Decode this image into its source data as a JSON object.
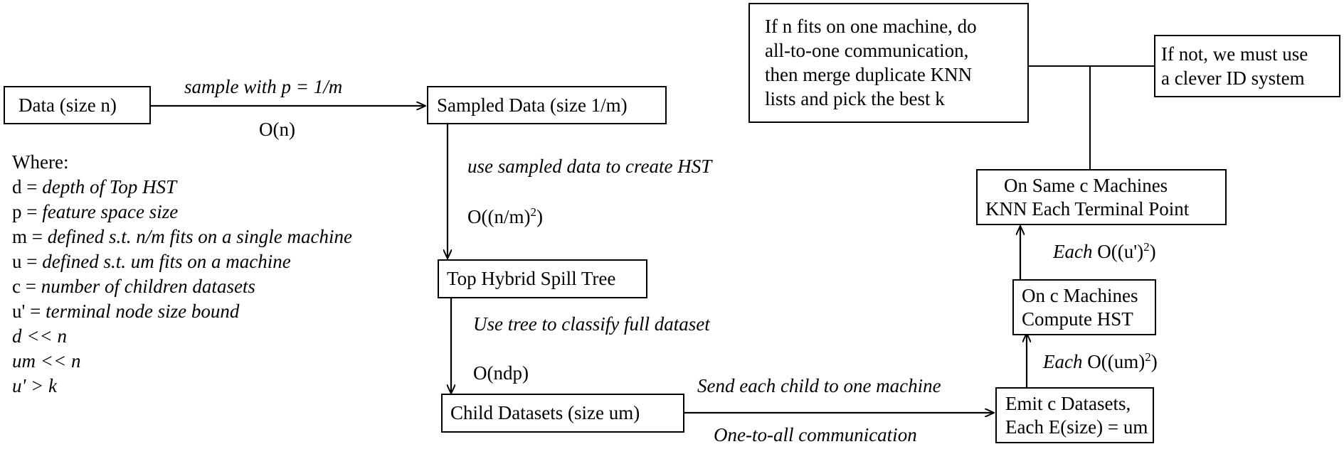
{
  "nodes": {
    "data": "Data (size n)",
    "sampled": "Sampled Data (size 1/m)",
    "top_hst": "Top Hybrid Spill Tree",
    "child": "Child Datasets (size um)",
    "emit": [
      "Emit c Datasets,",
      "Each E(size) = um"
    ],
    "compute": [
      "On c Machines",
      "Compute HST"
    ],
    "knn": [
      "On Same c Machines",
      "KNN Each Terminal Point"
    ],
    "fits": [
      "If n fits on one machine, do",
      "all-to-one communication,",
      "then merge duplicate KNN",
      "lists and pick the best k"
    ],
    "not_fits": [
      "If not, we must use",
      "a clever ID system"
    ]
  },
  "edges": {
    "sample_label": "sample with p = 1/m",
    "sample_cost": "O(n)",
    "create_label": "use sampled data to create HST",
    "create_cost_base": "O((n/m)",
    "create_cost_exp": "2",
    "create_cost_close": ")",
    "classify_label": "Use tree to classify full dataset",
    "classify_cost": "O(ndp)",
    "send_label": "Send each child to one machine",
    "send_note": "One-to-all communication",
    "each_1": "Each",
    "each_1_cost_base": "O((um)",
    "each_1_exp": "2",
    "each_1_close": ")",
    "each_2": "Each",
    "each_2_cost_base": "O((u')",
    "each_2_exp": "2",
    "each_2_close": ")"
  },
  "legend": {
    "title": "Where:",
    "defs": [
      {
        "sym": "d = ",
        "def": "depth of Top HST"
      },
      {
        "sym": "p = ",
        "def": "feature space size"
      },
      {
        "sym": "m = ",
        "def": "defined s.t. n/m fits on a single machine"
      },
      {
        "sym": "u = ",
        "def": "defined s.t. um fits on a machine"
      },
      {
        "sym": "c = ",
        "def": "number of children datasets"
      },
      {
        "sym": "u' = ",
        "def": "terminal node size bound"
      }
    ],
    "relations": [
      "d << n",
      "um << n",
      "u' > k"
    ]
  }
}
